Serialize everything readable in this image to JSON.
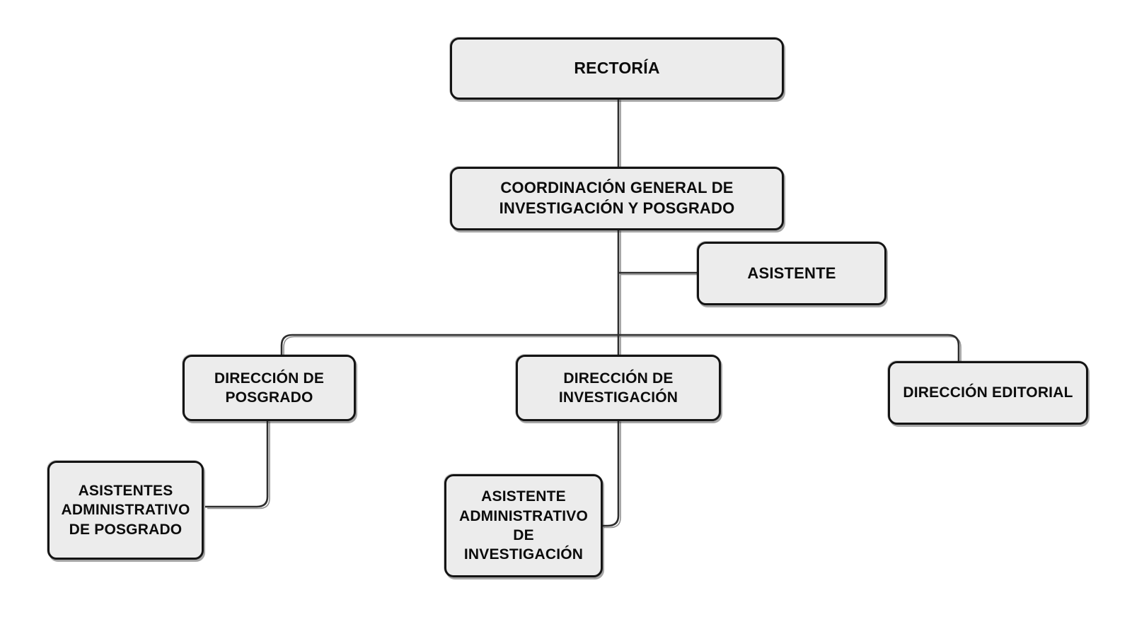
{
  "diagram": {
    "type": "org-chart",
    "colors": {
      "background": "#ffffff",
      "box_fill": "#ececec",
      "box_border": "#141414",
      "text": "#0c0c0c",
      "line_main": "#2d2d2d",
      "line_echo": "#8f8f8f"
    },
    "nodes": {
      "rectoria": {
        "label": "RECTORÍA"
      },
      "coordinacion": {
        "label": "COORDINACIÓN GENERAL DE\nINVESTIGACIÓN Y POSGRADO"
      },
      "asistente": {
        "label": "ASISTENTE"
      },
      "direccion_posgrado": {
        "label": "DIRECCIÓN DE\nPOSGRADO"
      },
      "direccion_investigacion": {
        "label": "DIRECCIÓN DE\nINVESTIGACIÓN"
      },
      "direccion_editorial": {
        "label": "DIRECCIÓN EDITORIAL"
      },
      "asistentes_admin_posgrado": {
        "label": "ASISTENTES\nADMINISTRATIVO\nDE POSGRADO"
      },
      "asistente_admin_investigacion": {
        "label": "ASISTENTE\nADMINISTRATIVO\nDE\nINVESTIGACIÓN"
      }
    },
    "edges": [
      {
        "from": "rectoria",
        "to": "coordinacion"
      },
      {
        "from": "coordinacion",
        "to": "asistente"
      },
      {
        "from": "coordinacion",
        "to": "direccion_posgrado"
      },
      {
        "from": "coordinacion",
        "to": "direccion_investigacion"
      },
      {
        "from": "coordinacion",
        "to": "direccion_editorial"
      },
      {
        "from": "direccion_posgrado",
        "to": "asistentes_admin_posgrado"
      },
      {
        "from": "direccion_investigacion",
        "to": "asistente_admin_investigacion"
      }
    ]
  }
}
